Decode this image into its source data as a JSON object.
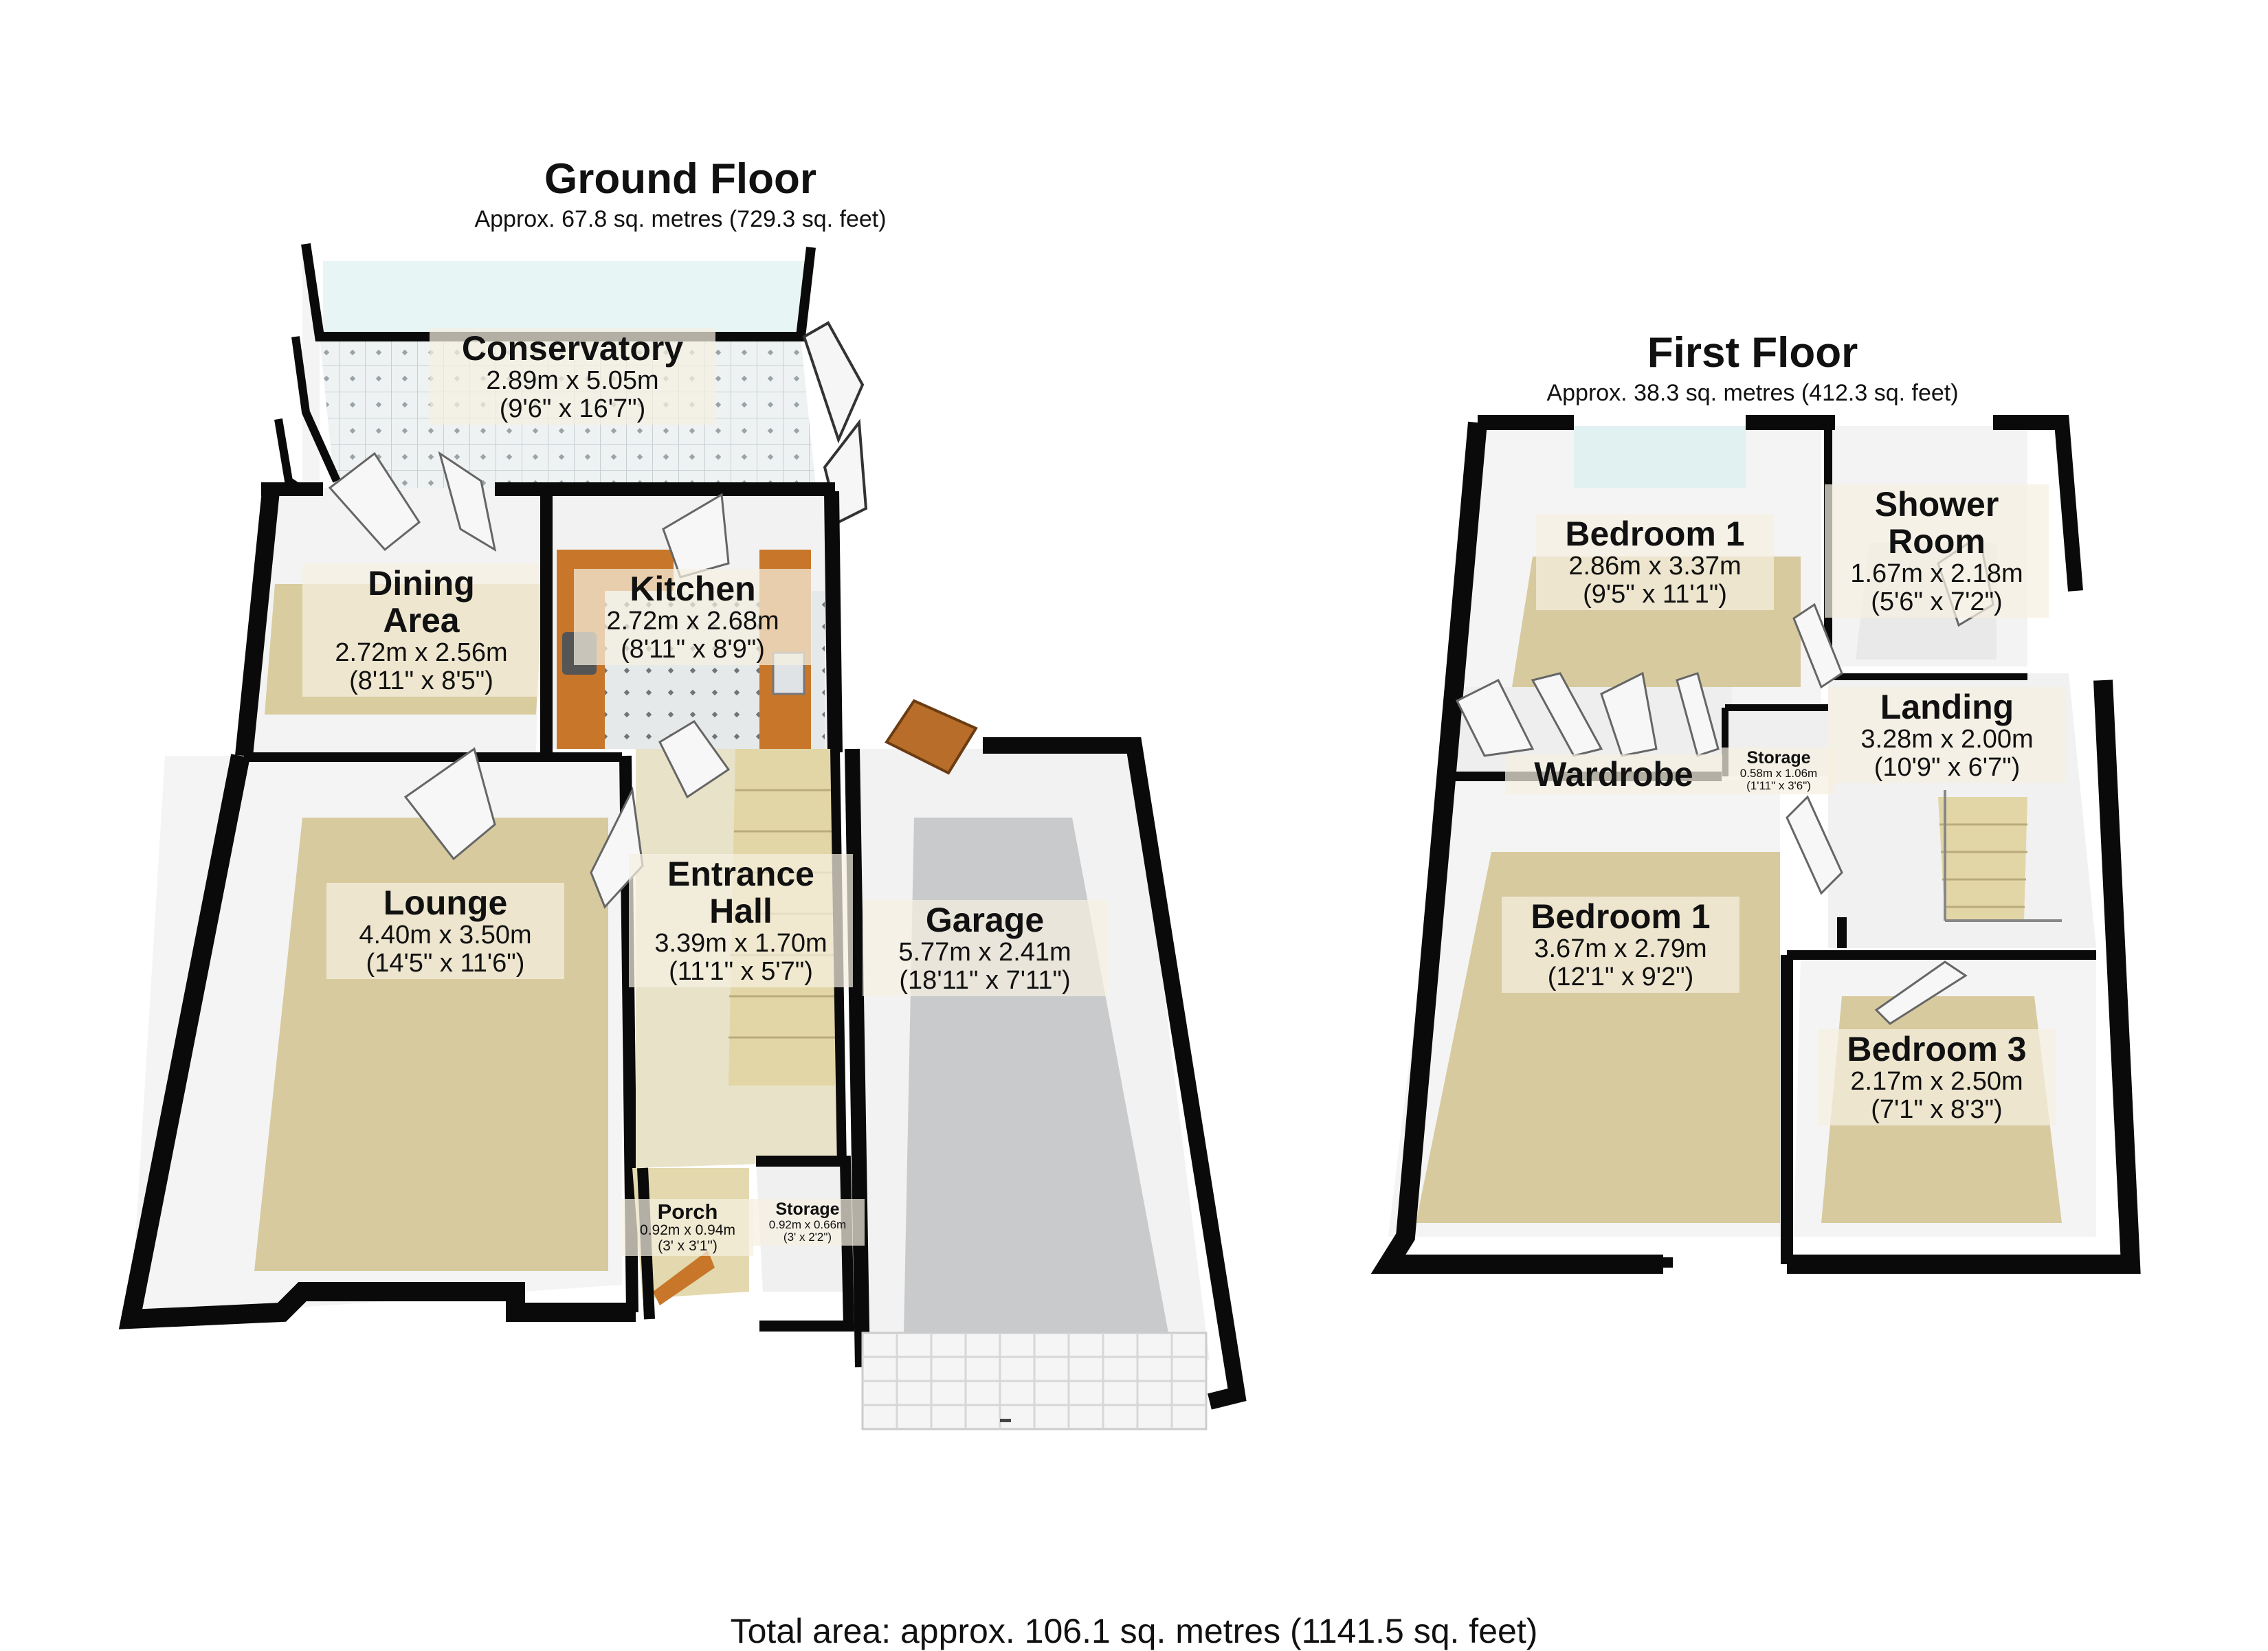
{
  "ground_floor": {
    "title": "Ground Floor",
    "area": "Approx. 67.8 sq. metres (729.3 sq. feet)",
    "rooms": {
      "conservatory": {
        "name": "Conservatory",
        "metric": "2.89m x 5.05m",
        "imperial": "(9'6\" x 16'7\")"
      },
      "dining": {
        "name": "Dining\nArea",
        "metric": "2.72m x 2.56m",
        "imperial": "(8'11\" x 8'5\")"
      },
      "kitchen": {
        "name": "Kitchen",
        "metric": "2.72m x 2.68m",
        "imperial": "(8'11\" x 8'9\")"
      },
      "lounge": {
        "name": "Lounge",
        "metric": "4.40m x 3.50m",
        "imperial": "(14'5\" x 11'6\")"
      },
      "hall": {
        "name": "Entrance\nHall",
        "metric": "3.39m x 1.70m",
        "imperial": "(11'1\" x 5'7\")"
      },
      "garage": {
        "name": "Garage",
        "metric": "5.77m x 2.41m",
        "imperial": "(18'11\" x 7'11\")"
      },
      "porch": {
        "name": "Porch",
        "metric": "0.92m x 0.94m",
        "imperial": "(3' x 3'1\")"
      },
      "storage": {
        "name": "Storage",
        "metric": "0.92m x 0.66m",
        "imperial": "(3' x 2'2\")"
      }
    }
  },
  "first_floor": {
    "title": "First Floor",
    "area": "Approx. 38.3 sq. metres (412.3 sq. feet)",
    "rooms": {
      "bedroom1a": {
        "name": "Bedroom 1",
        "metric": "2.86m x 3.37m",
        "imperial": "(9'5\" x 11'1\")"
      },
      "shower": {
        "name": "Shower\nRoom",
        "metric": "1.67m x 2.18m",
        "imperial": "(5'6\" x 7'2\")"
      },
      "wardrobe": {
        "name": "Wardrobe"
      },
      "storage": {
        "name": "Storage",
        "metric": "0.58m x 1.06m",
        "imperial": "(1'11\" x 3'6\")"
      },
      "landing": {
        "name": "Landing",
        "metric": "3.28m x 2.00m",
        "imperial": "(10'9\" x 6'7\")"
      },
      "bedroom1b": {
        "name": "Bedroom 1",
        "metric": "3.67m x 2.79m",
        "imperial": "(12'1\" x 9'2\")"
      },
      "bedroom3": {
        "name": "Bedroom 3",
        "metric": "2.17m x 2.50m",
        "imperial": "(7'1\" x 8'3\")"
      }
    }
  },
  "total_area": "Total area: approx. 106.1 sq. metres (1141.5 sq. feet)",
  "colors": {
    "wall": "#0a0a0a",
    "carpet": "#d6c99f",
    "tile": "#e9eef0",
    "garage_floor": "#c9cacc",
    "worktop": "#c8772a",
    "stairs": "#e3d6a6",
    "glass": "#cfe9e8"
  }
}
